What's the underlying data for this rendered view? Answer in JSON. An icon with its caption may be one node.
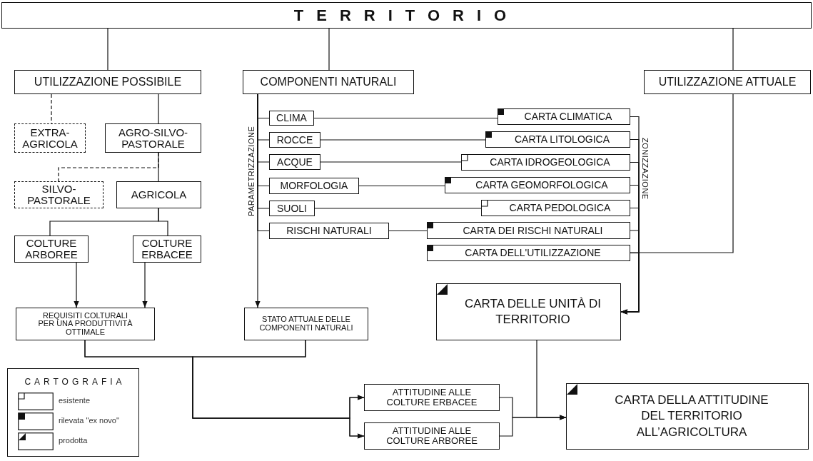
{
  "diagram": {
    "nodes": [
      {
        "text": [
          "TERRITORIO"
        ]
      },
      {
        "text": [
          "UTILIZZAZIONE POSSIBILE"
        ]
      },
      {
        "text": [
          "COMPONENTI NATURALI"
        ]
      },
      {
        "text": [
          "UTILIZZAZIONE ATTUALE"
        ]
      },
      {
        "text": [
          "EXTRA-AGRICOLA"
        ]
      },
      {
        "text": [
          "AGRO-SILVO-PASTORALE"
        ]
      },
      {
        "text": [
          "SILVO-PASTORALE"
        ]
      },
      {
        "text": [
          "AGRICOLA"
        ]
      },
      {
        "text": [
          "COLTURE ARBOREE"
        ]
      },
      {
        "text": [
          "COLTURE ERBACEE"
        ]
      },
      {
        "text": [
          "REQUISITI COLTURALI PER UNA PRODUTTIVITÀ OTTIMALE"
        ]
      },
      {
        "text": [
          "CLIMA"
        ]
      },
      {
        "text": [
          "ROCCE"
        ]
      },
      {
        "text": [
          "ACQUE"
        ]
      },
      {
        "text": [
          "MORFOLOGIA"
        ]
      },
      {
        "text": [
          "SUOLI"
        ]
      },
      {
        "text": [
          "RISCHI NATURALI"
        ]
      },
      {
        "text": [
          "CARTA CLIMATICA"
        ]
      },
      {
        "text": [
          "CARTA LITOLOGICA"
        ]
      },
      {
        "text": [
          "CARTA IDROGEOLOGICA"
        ]
      },
      {
        "text": [
          "CARTA GEOMORFOLOGICA"
        ]
      },
      {
        "text": [
          "CARTA PEDOLOGICA"
        ]
      },
      {
        "text": [
          "CARTA DEI RISCHI NATURALI"
        ]
      },
      {
        "text": [
          "CARTA DELL'UTILIZZAZIONE"
        ]
      },
      {
        "text": [
          "STATO ATTUALE DELLE COMPONENTI NATURALI"
        ]
      },
      {
        "text": [
          "CARTA DELLE UNITÀ DI TERRITORIO"
        ]
      },
      {
        "text": [
          "ATTITUDINE ALLE COLTURE ERBACEE"
        ]
      },
      {
        "text": [
          "ATTITUDINE ALLE COLTURE ARBOREE"
        ]
      },
      {
        "text": [
          "CARTA DELLA ATTITUDINE DEL TERRITORIO ALL’AGRICOLTURA"
        ]
      }
    ],
    "edges": [
      {
        "from": 0,
        "to": 1,
        "arrow": "none"
      },
      {
        "from": 0,
        "to": 2,
        "arrow": "none"
      },
      {
        "from": 0,
        "to": 3,
        "arrow": "none"
      },
      {
        "from": 1,
        "to": 4,
        "arrow": "none",
        "style": "dashed"
      },
      {
        "from": 1,
        "to": 5,
        "arrow": "none"
      },
      {
        "from": 5,
        "to": 6,
        "arrow": "none",
        "style": "dashed"
      },
      {
        "from": 5,
        "to": 7,
        "arrow": "none"
      },
      {
        "from": 7,
        "to": 8,
        "arrow": "none"
      },
      {
        "from": 7,
        "to": 9,
        "arrow": "none"
      },
      {
        "from": 8,
        "to": 10,
        "arrow": "to"
      },
      {
        "from": 9,
        "to": 10,
        "arrow": "to"
      },
      {
        "from": 2,
        "to": 11,
        "arrow": "none"
      },
      {
        "from": 2,
        "to": 12,
        "arrow": "none"
      },
      {
        "from": 2,
        "to": 13,
        "arrow": "none"
      },
      {
        "from": 2,
        "to": 14,
        "arrow": "none"
      },
      {
        "from": 2,
        "to": 15,
        "arrow": "none"
      },
      {
        "from": 2,
        "to": 16,
        "arrow": "none"
      },
      {
        "from": 2,
        "to": 24,
        "arrow": "to"
      },
      {
        "from": 11,
        "to": 17,
        "arrow": "none"
      },
      {
        "from": 12,
        "to": 18,
        "arrow": "none"
      },
      {
        "from": 13,
        "to": 19,
        "arrow": "none"
      },
      {
        "from": 14,
        "to": 20,
        "arrow": "none"
      },
      {
        "from": 15,
        "to": 21,
        "arrow": "none"
      },
      {
        "from": 16,
        "to": 22,
        "arrow": "none"
      },
      {
        "from": 17,
        "to": 25,
        "arrow": "to"
      },
      {
        "from": 18,
        "to": 25,
        "arrow": "to"
      },
      {
        "from": 19,
        "to": 25,
        "arrow": "to"
      },
      {
        "from": 20,
        "to": 25,
        "arrow": "to"
      },
      {
        "from": 21,
        "to": 25,
        "arrow": "to"
      },
      {
        "from": 22,
        "to": 25,
        "arrow": "to"
      },
      {
        "from": 23,
        "to": 25,
        "arrow": "to"
      },
      {
        "from": 3,
        "to": 23,
        "arrow": "none"
      },
      {
        "from": 10,
        "to": 26,
        "arrow": "to"
      },
      {
        "from": 10,
        "to": 27,
        "arrow": "to"
      },
      {
        "from": 24,
        "to": 26,
        "arrow": "to"
      },
      {
        "from": 24,
        "to": 27,
        "arrow": "to"
      },
      {
        "from": 26,
        "to": 28,
        "arrow": "to"
      },
      {
        "from": 27,
        "to": 28,
        "arrow": "to"
      },
      {
        "from": 25,
        "to": 28,
        "arrow": "to"
      }
    ],
    "labels": [
      "PARAMETRIZZAZIONE",
      "ZONIZZAZIONE",
      "CARTOGRAFIA"
    ],
    "legend": [
      {
        "text": "esistente"
      },
      {
        "text": "rilevata \"ex novo\""
      },
      {
        "text": "prodotta"
      }
    ]
  }
}
